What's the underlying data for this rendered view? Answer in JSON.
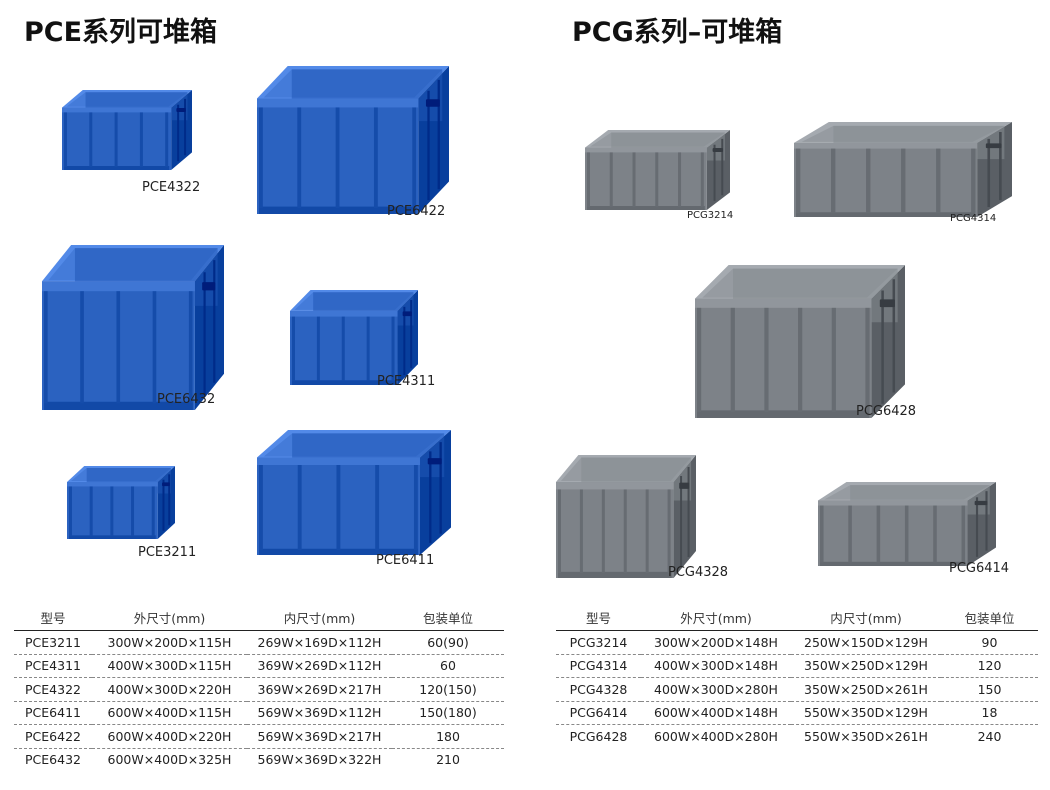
{
  "pce": {
    "title": "PCE系列可堆箱",
    "crates": [
      {
        "model": "PCE4322"
      },
      {
        "model": "PCE6422"
      },
      {
        "model": "PCE6432"
      },
      {
        "model": "PCE4311"
      },
      {
        "model": "PCE3211"
      },
      {
        "model": "PCE6411"
      }
    ],
    "color": "#2b62c0",
    "table": {
      "headers": [
        "型号",
        "外尺寸(mm)",
        "内尺寸(mm)",
        "包装单位"
      ],
      "rows": [
        [
          "PCE3211",
          "300W×200D×115H",
          "269W×169D×112H",
          "60(90)"
        ],
        [
          "PCE4311",
          "400W×300D×115H",
          "369W×269D×112H",
          "60"
        ],
        [
          "PCE4322",
          "400W×300D×220H",
          "369W×269D×217H",
          "120(150)"
        ],
        [
          "PCE6411",
          "600W×400D×115H",
          "569W×369D×112H",
          "150(180)"
        ],
        [
          "PCE6422",
          "600W×400D×220H",
          "569W×369D×217H",
          "180"
        ],
        [
          "PCE6432",
          "600W×400D×325H",
          "569W×369D×322H",
          "210"
        ]
      ]
    }
  },
  "pcg": {
    "title": "PCG系列–可堆箱",
    "crates": [
      {
        "model": "PCG3214"
      },
      {
        "model": "PCG4314"
      },
      {
        "model": "PCG6428"
      },
      {
        "model": "PCG4328"
      },
      {
        "model": "PCG6414"
      }
    ],
    "color": "#7d8288",
    "table": {
      "headers": [
        "型号",
        "外尺寸(mm)",
        "内尺寸(mm)",
        "包装单位"
      ],
      "rows": [
        [
          "PCG3214",
          "300W×200D×148H",
          "250W×150D×129H",
          "90"
        ],
        [
          "PCG4314",
          "400W×300D×148H",
          "350W×250D×129H",
          "120"
        ],
        [
          "PCG4328",
          "400W×300D×280H",
          "350W×250D×261H",
          "150"
        ],
        [
          "PCG6414",
          "600W×400D×148H",
          "550W×350D×129H",
          "18"
        ],
        [
          "PCG6428",
          "600W×400D×280H",
          "550W×350D×261H",
          "240"
        ]
      ]
    }
  }
}
